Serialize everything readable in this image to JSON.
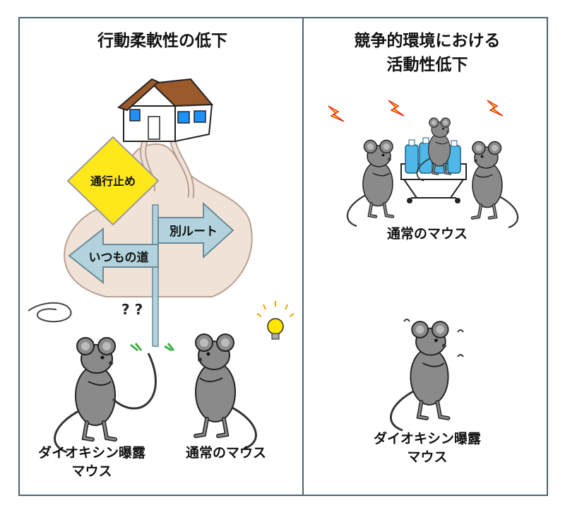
{
  "left_panel": {
    "title": "行動柔軟性の低下",
    "sign_closed": "通行止め",
    "arrow_usual": "いつもの道",
    "arrow_alternate": "別ルート",
    "marks": "?  ?",
    "label_exposed_line1": "ダイオキシン曝露",
    "label_exposed_line2": "マウス",
    "label_normal": "通常のマウス"
  },
  "right_panel": {
    "title_line1": "競争的環境における",
    "title_line2": "活動性低下",
    "label_normal": "通常のマウス",
    "label_exposed_line1": "ダイオキシン曝露",
    "label_exposed_line2": "マウス"
  },
  "colors": {
    "border": "#4a6470",
    "road": "#f1e2d7",
    "road_edge": "#b8a091",
    "sign": "#ffe81a",
    "arrow": "#b2d3dd",
    "mouse": "#8a8a8a",
    "bottle": "#4fb8e8"
  }
}
